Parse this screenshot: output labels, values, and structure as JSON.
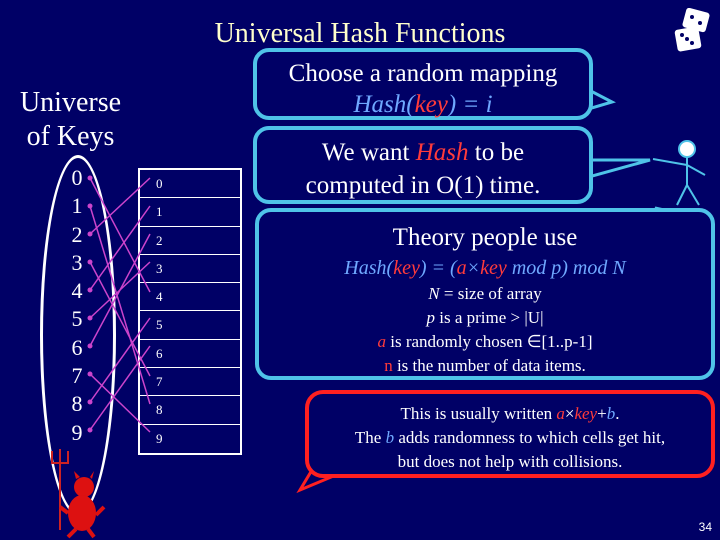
{
  "slide": {
    "title": "Universal Hash Functions",
    "universe_label_1": "Universe",
    "universe_label_2": "of Keys",
    "keys": [
      "0",
      "1",
      "2",
      "3",
      "4",
      "5",
      "6",
      "7",
      "8",
      "9"
    ],
    "cells": [
      "0",
      "1",
      "2",
      "3",
      "4",
      "5",
      "6",
      "7",
      "8",
      "9"
    ],
    "page_number": "34"
  },
  "bubble1": {
    "line1": "Choose a random mapping",
    "hash_word": "Hash",
    "paren_open": "(",
    "key_word": "key",
    "rest": ") = i"
  },
  "bubble2": {
    "pre": "We want ",
    "hash_word": "Hash",
    "post": " to be",
    "line2": "computed in O(1) time."
  },
  "bubble3": {
    "heading": "Theory people use",
    "formula_hash": "Hash",
    "formula_open": "(",
    "formula_key": "key",
    "formula_eq": ") = (",
    "formula_a": "a",
    "formula_times": "×",
    "formula_key2": "key",
    "formula_tail": " mod p) mod N",
    "n_def_var": "N",
    "n_def_text": " = size of array",
    "p_def_var": "p",
    "p_def_text": " is a prime > |U|",
    "a_def_var": "a",
    "a_def_text": " is randomly chosen ∈[1..p-1]",
    "n_items_var": "n",
    "n_items_text": " is the number of data items."
  },
  "bubble4": {
    "line1_pre": "This is usually written ",
    "line1_a": "a",
    "line1_times": "×",
    "line1_key": "key",
    "line1_plus": "+",
    "line1_b": "b",
    "line1_end": ".",
    "line2_pre": "The ",
    "line2_b": "b",
    "line2_post": " adds randomness to which cells get hit,",
    "line3": "but does not help with collisions."
  },
  "icons": {
    "dice": "dice-icon",
    "devil": "devil-icon",
    "alien": "pointing-figure-icon"
  },
  "colors": {
    "background": "#000066",
    "title": "#ffffcc",
    "bubble_border": "#4fc3e8",
    "warning_border": "#ff2020",
    "accent": "#6fa8ff",
    "arrows": "#cc44cc"
  }
}
